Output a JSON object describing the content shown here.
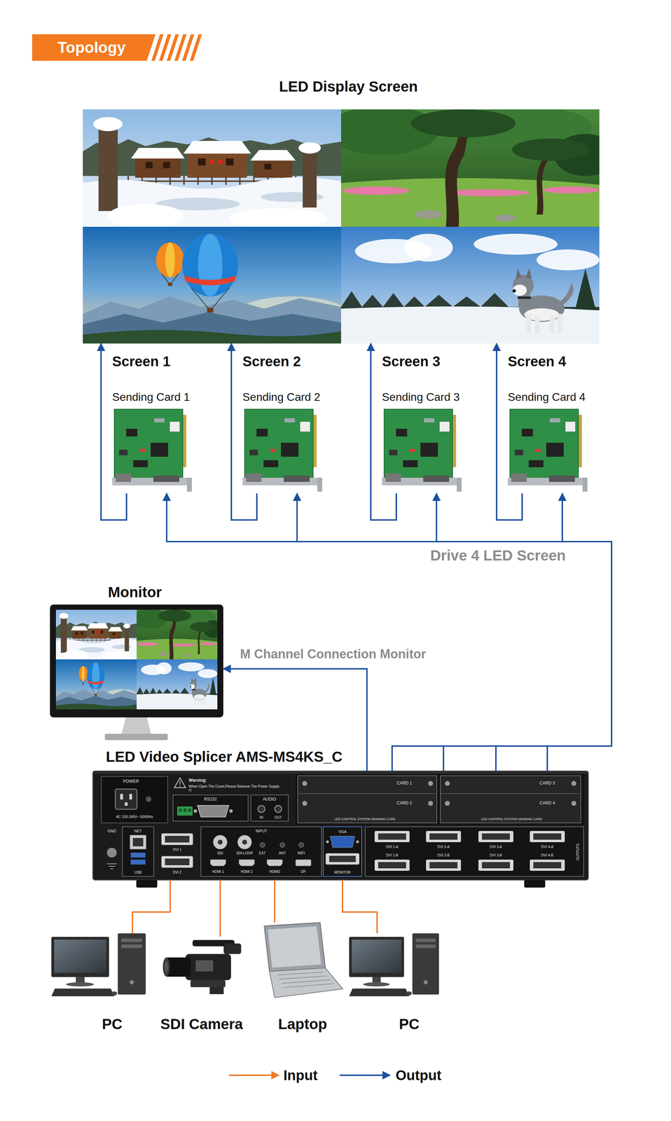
{
  "diagram": {
    "title": "Topology",
    "nodes": [
      {
        "text": [
          "LED Display Screen"
        ]
      },
      {
        "text": [
          "Sending Card 1"
        ]
      },
      {
        "text": [
          "Sending Card 2"
        ]
      },
      {
        "text": [
          "Sending Card 3"
        ]
      },
      {
        "text": [
          "Sending Card 4"
        ]
      },
      {
        "text": [
          "Monitor"
        ]
      },
      {
        "text": [
          "LED Video Splicer AMS-MS4KS_C"
        ]
      },
      {
        "text": [
          "PC"
        ]
      },
      {
        "text": [
          "SDI Camera"
        ]
      },
      {
        "text": [
          "Laptop"
        ]
      },
      {
        "text": [
          "PC"
        ]
      }
    ],
    "edges": [
      {
        "from": 1,
        "to": 0,
        "label": "Screen 1",
        "arrow": "to"
      },
      {
        "from": 2,
        "to": 0,
        "label": "Screen 2",
        "arrow": "to"
      },
      {
        "from": 3,
        "to": 0,
        "label": "Screen 3",
        "arrow": "to"
      },
      {
        "from": 4,
        "to": 0,
        "label": "Screen 4",
        "arrow": "to"
      },
      {
        "from": 6,
        "to": 1,
        "arrow": "to"
      },
      {
        "from": 6,
        "to": 2,
        "arrow": "to"
      },
      {
        "from": 6,
        "to": 3,
        "arrow": "to"
      },
      {
        "from": 6,
        "to": 4,
        "arrow": "to"
      },
      {
        "from": 6,
        "to": 5,
        "label": "M Channel Connection Monitor",
        "arrow": "to"
      },
      {
        "from": 7,
        "to": 6,
        "arrow": "none"
      },
      {
        "from": 8,
        "to": 6,
        "arrow": "none"
      },
      {
        "from": 9,
        "to": 6,
        "arrow": "none"
      },
      {
        "from": 10,
        "to": 6,
        "arrow": "none"
      }
    ],
    "labels": [
      "Drive 4 LED Screen",
      "POWER",
      "AC 100-240V~ 50/60Hz",
      "Warning:",
      "When Open The Cover,Please Remove The Power Supply !!!",
      "RS232",
      "AUDIO",
      "IN",
      "OUT",
      "CARD 1",
      "CARD 3",
      "CARD 2",
      "CARD 4",
      "LED CONTROL SYSTEM SENDING CARD",
      "LED CONTROL SYSTEM SENDING CARD",
      "GND",
      "NET",
      "DVI 1",
      "SDI",
      "SDI-LOOP",
      "INPUT",
      "EXT",
      "ANT",
      "WIFI",
      "VGA",
      "DVI 1-A",
      "DVI 2-A",
      "DVI 3-A",
      "DVI 4-A",
      "DVI 1-B",
      "DVI 2-B",
      "DVI 3-B",
      "DVI 4-B",
      "OUTPUTS",
      "USB",
      "DVI 2",
      "HDMI 1",
      "HDMI 2",
      "HDMI3",
      "DP",
      "MONITOR"
    ],
    "legend": [
      {
        "text": "Input"
      },
      {
        "text": "Output"
      }
    ]
  }
}
